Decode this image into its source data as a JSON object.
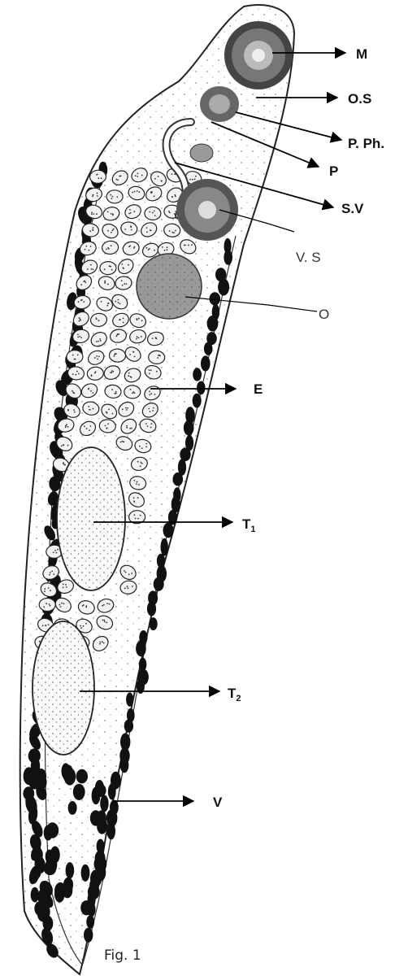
{
  "figure": {
    "caption": "Fig. 1",
    "labels": {
      "m": "M",
      "os": "O.S",
      "pph": "P. Ph.",
      "p": "P",
      "sv": "S.V",
      "vs": "V. S",
      "o": "O",
      "e": "E",
      "t1": {
        "main": "T",
        "sub": "1"
      },
      "t2": {
        "main": "T",
        "sub": "2"
      },
      "v": "V"
    }
  }
}
